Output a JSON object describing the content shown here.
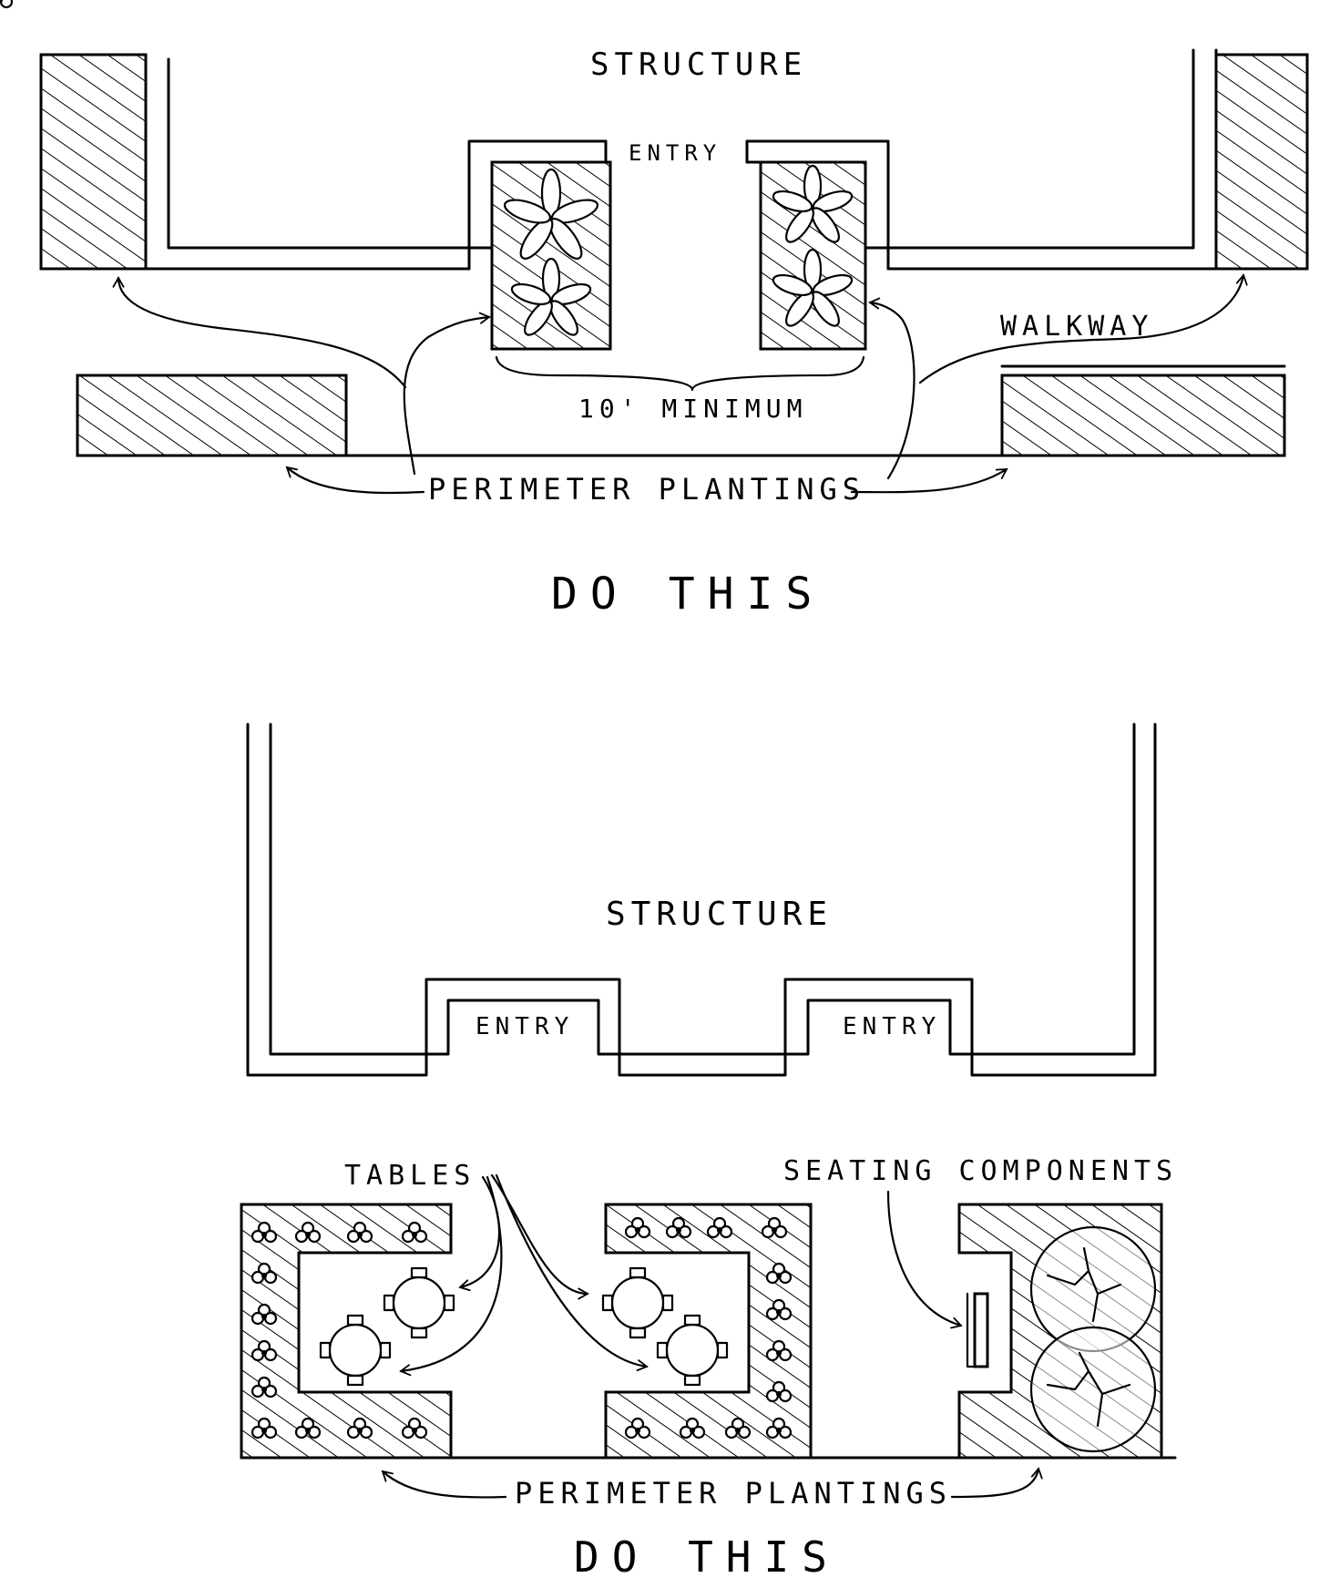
{
  "diagram_top": {
    "structure_label": "STRUCTURE",
    "entry_label": "ENTRY",
    "walkway_label": "WALKWAY",
    "minimum_label": "10' MINIMUM",
    "perimeter_label": "PERIMETER PLANTINGS",
    "caption": "DO THIS"
  },
  "diagram_bottom": {
    "structure_label": "STRUCTURE",
    "entry_left_label": "ENTRY",
    "entry_right_label": "ENTRY",
    "tables_label": "TABLES",
    "seating_label": "SEATING COMPONENTS",
    "perimeter_label": "PERIMETER PLANTINGS",
    "caption": "DO THIS"
  }
}
